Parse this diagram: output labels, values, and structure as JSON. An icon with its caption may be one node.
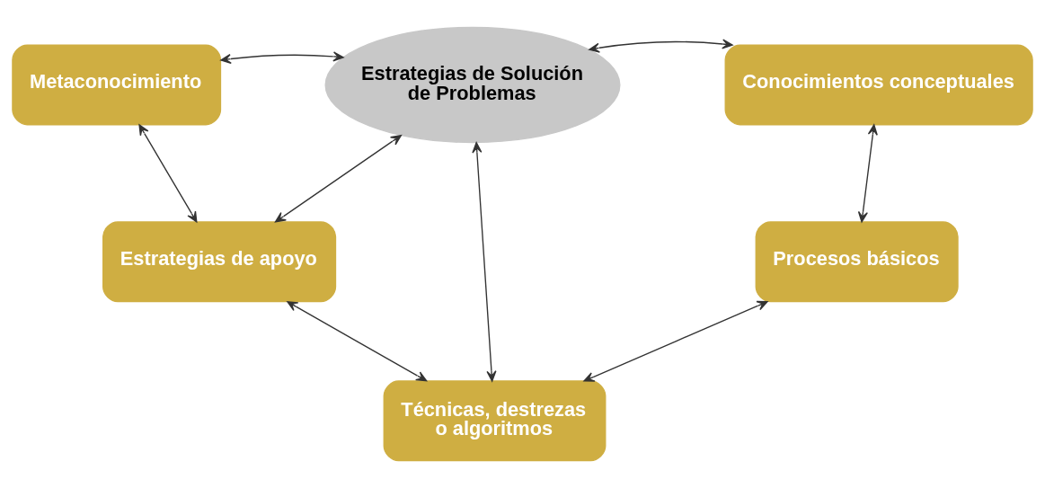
{
  "diagram": {
    "nodes": [
      {
        "text": [
          "Metaconocimiento"
        ]
      },
      {
        "text": [
          "Estrategias de Solución de Problemas"
        ]
      },
      {
        "text": [
          "Conocimientos conceptuales"
        ]
      },
      {
        "text": [
          "Estrategias de apoyo"
        ]
      },
      {
        "text": [
          "Procesos básicos"
        ]
      },
      {
        "text": [
          "Técnicas, destrezas o algoritmos"
        ]
      }
    ],
    "edges": [
      {
        "from": 0,
        "to": 1,
        "arrow": "both"
      },
      {
        "from": 1,
        "to": 2,
        "arrow": "both"
      },
      {
        "from": 0,
        "to": 3,
        "arrow": "both"
      },
      {
        "from": 3,
        "to": 1,
        "arrow": "both"
      },
      {
        "from": 1,
        "to": 5,
        "arrow": "both"
      },
      {
        "from": 2,
        "to": 4,
        "arrow": "both"
      },
      {
        "from": 3,
        "to": 5,
        "arrow": "both"
      },
      {
        "from": 5,
        "to": 4,
        "arrow": "both"
      }
    ]
  }
}
